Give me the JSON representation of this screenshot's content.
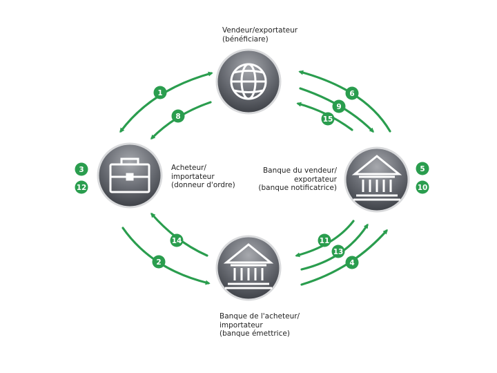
{
  "nodes": {
    "seller": {
      "lines": [
        "Vendeur/exportateur",
        "(bénéficiare)"
      ],
      "icon": "globe-icon"
    },
    "buyer": {
      "lines": [
        "Acheteur/",
        "importateur",
        "(donneur d'ordre)"
      ],
      "icon": "briefcase-icon"
    },
    "seller_bank": {
      "lines": [
        "Banque du vendeur/",
        "exportateur",
        "(banque notificatrice)"
      ],
      "icon": "bank-icon"
    },
    "buyer_bank": {
      "lines": [
        "Banque de l'acheteur/",
        "importateur",
        "(banque émettrice)"
      ],
      "icon": "bank-icon"
    }
  },
  "steps": {
    "s1": "1",
    "s2": "2",
    "s3": "3",
    "s4": "4",
    "s5": "5",
    "s6": "6",
    "s8": "8",
    "s9": "9",
    "s10": "10",
    "s11": "11",
    "s12": "12",
    "s13": "13",
    "s14": "14",
    "s15": "15"
  },
  "colors": {
    "accent": "#2a9d4e",
    "node_dark": "#4d5057",
    "node_light": "#9a9ca3"
  }
}
